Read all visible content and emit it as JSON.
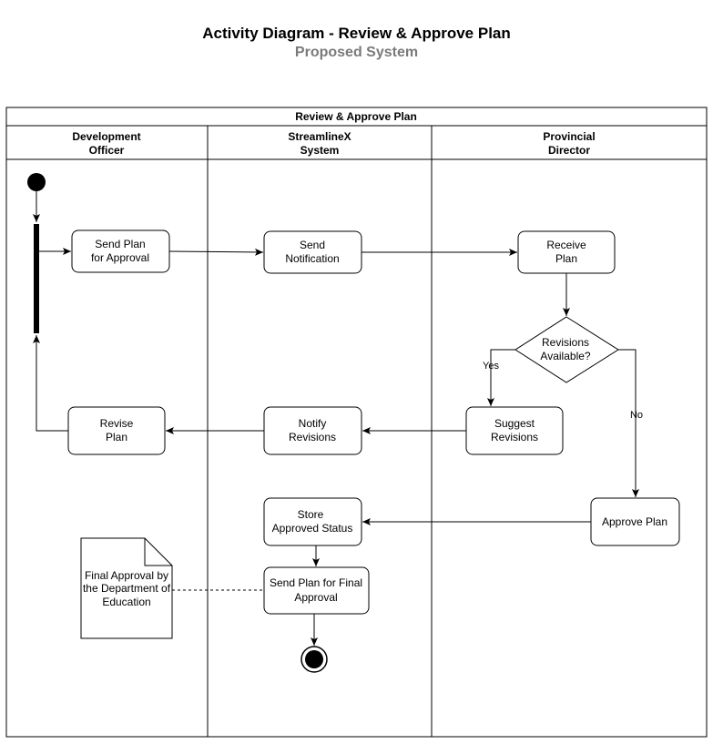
{
  "header": {
    "title": "Activity Diagram - Review & Approve Plan",
    "subtitle": "Proposed System"
  },
  "pool": {
    "title": "Review & Approve Plan",
    "lanes": [
      [
        "Development",
        "Officer"
      ],
      [
        "StreamlineX",
        "System"
      ],
      [
        "Provincial",
        "Director"
      ]
    ]
  },
  "nodes": {
    "send_plan": [
      "Send Plan",
      "for Approval"
    ],
    "send_notification": [
      "Send",
      "Notification"
    ],
    "receive_plan": [
      "Receive",
      "Plan"
    ],
    "decision": [
      "Revisions",
      "Available?"
    ],
    "suggest_revisions": [
      "Suggest",
      "Revisions"
    ],
    "notify_revisions": [
      "Notify",
      "Revisions"
    ],
    "revise_plan": [
      "Revise",
      "Plan"
    ],
    "approve_plan": [
      "Approve Plan"
    ],
    "store_status": [
      "Store",
      "Approved Status"
    ],
    "send_final": [
      "Send Plan for Final",
      "Approval"
    ],
    "note": [
      "Final Approval by",
      "the Department of",
      "Education"
    ]
  },
  "edge_labels": {
    "yes": "Yes",
    "no": "No"
  }
}
